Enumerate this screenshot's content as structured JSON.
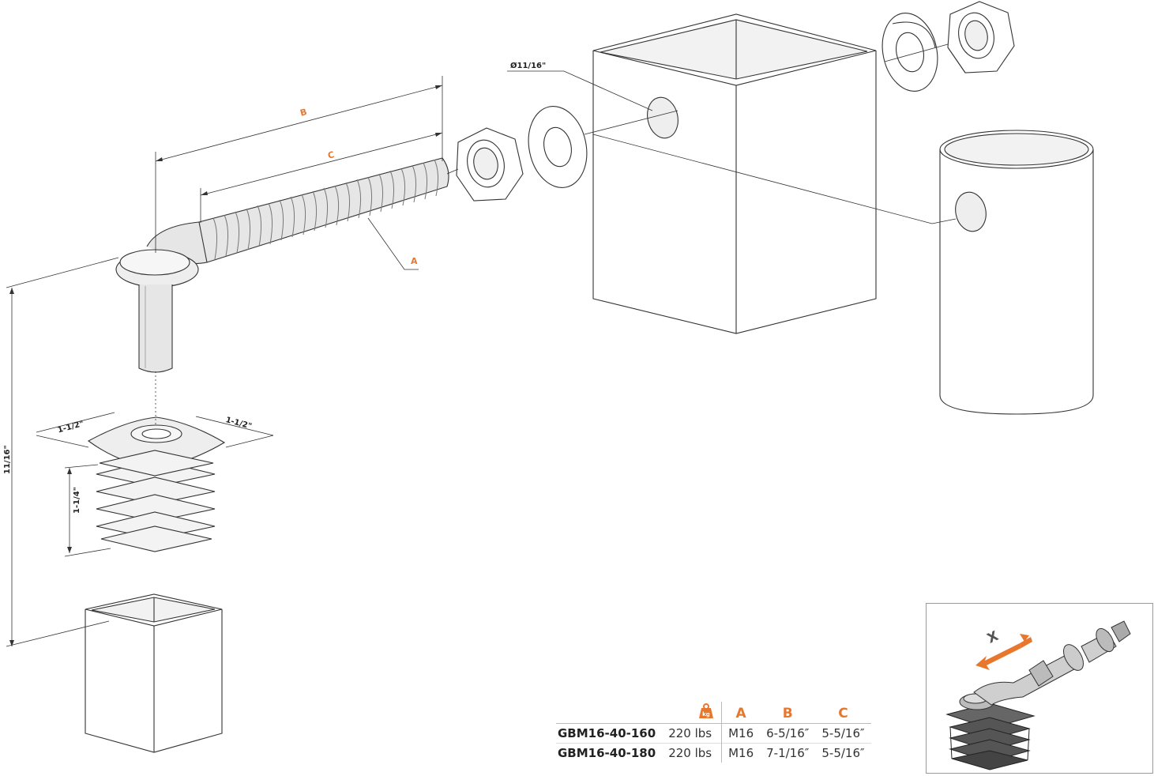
{
  "dimensions": {
    "hole_diameter": "Ø11/16\"",
    "height": "11/16\"",
    "plate_width_left": "1-1/2\"",
    "plate_width_right": "1-1/2\"",
    "insert_height": "1-1/4\""
  },
  "callouts": {
    "a": "A",
    "b": "B",
    "c": "C",
    "x": "X"
  },
  "spec_table": {
    "headers": {
      "load_icon": "kg",
      "a": "A",
      "b": "B",
      "c": "C"
    },
    "rows": [
      {
        "model": "GBM16-40-160",
        "load": "220 lbs",
        "a": "M16",
        "b": "6-5/16″",
        "c": "5-5/16″"
      },
      {
        "model": "GBM16-40-180",
        "load": "220 lbs",
        "a": "M16",
        "b": "7-1/16″",
        "c": "5-5/16″"
      }
    ]
  },
  "colors": {
    "accent": "#e8772e",
    "line": "#333333",
    "shade": "#dddddd",
    "dark_insert": "#555555"
  }
}
